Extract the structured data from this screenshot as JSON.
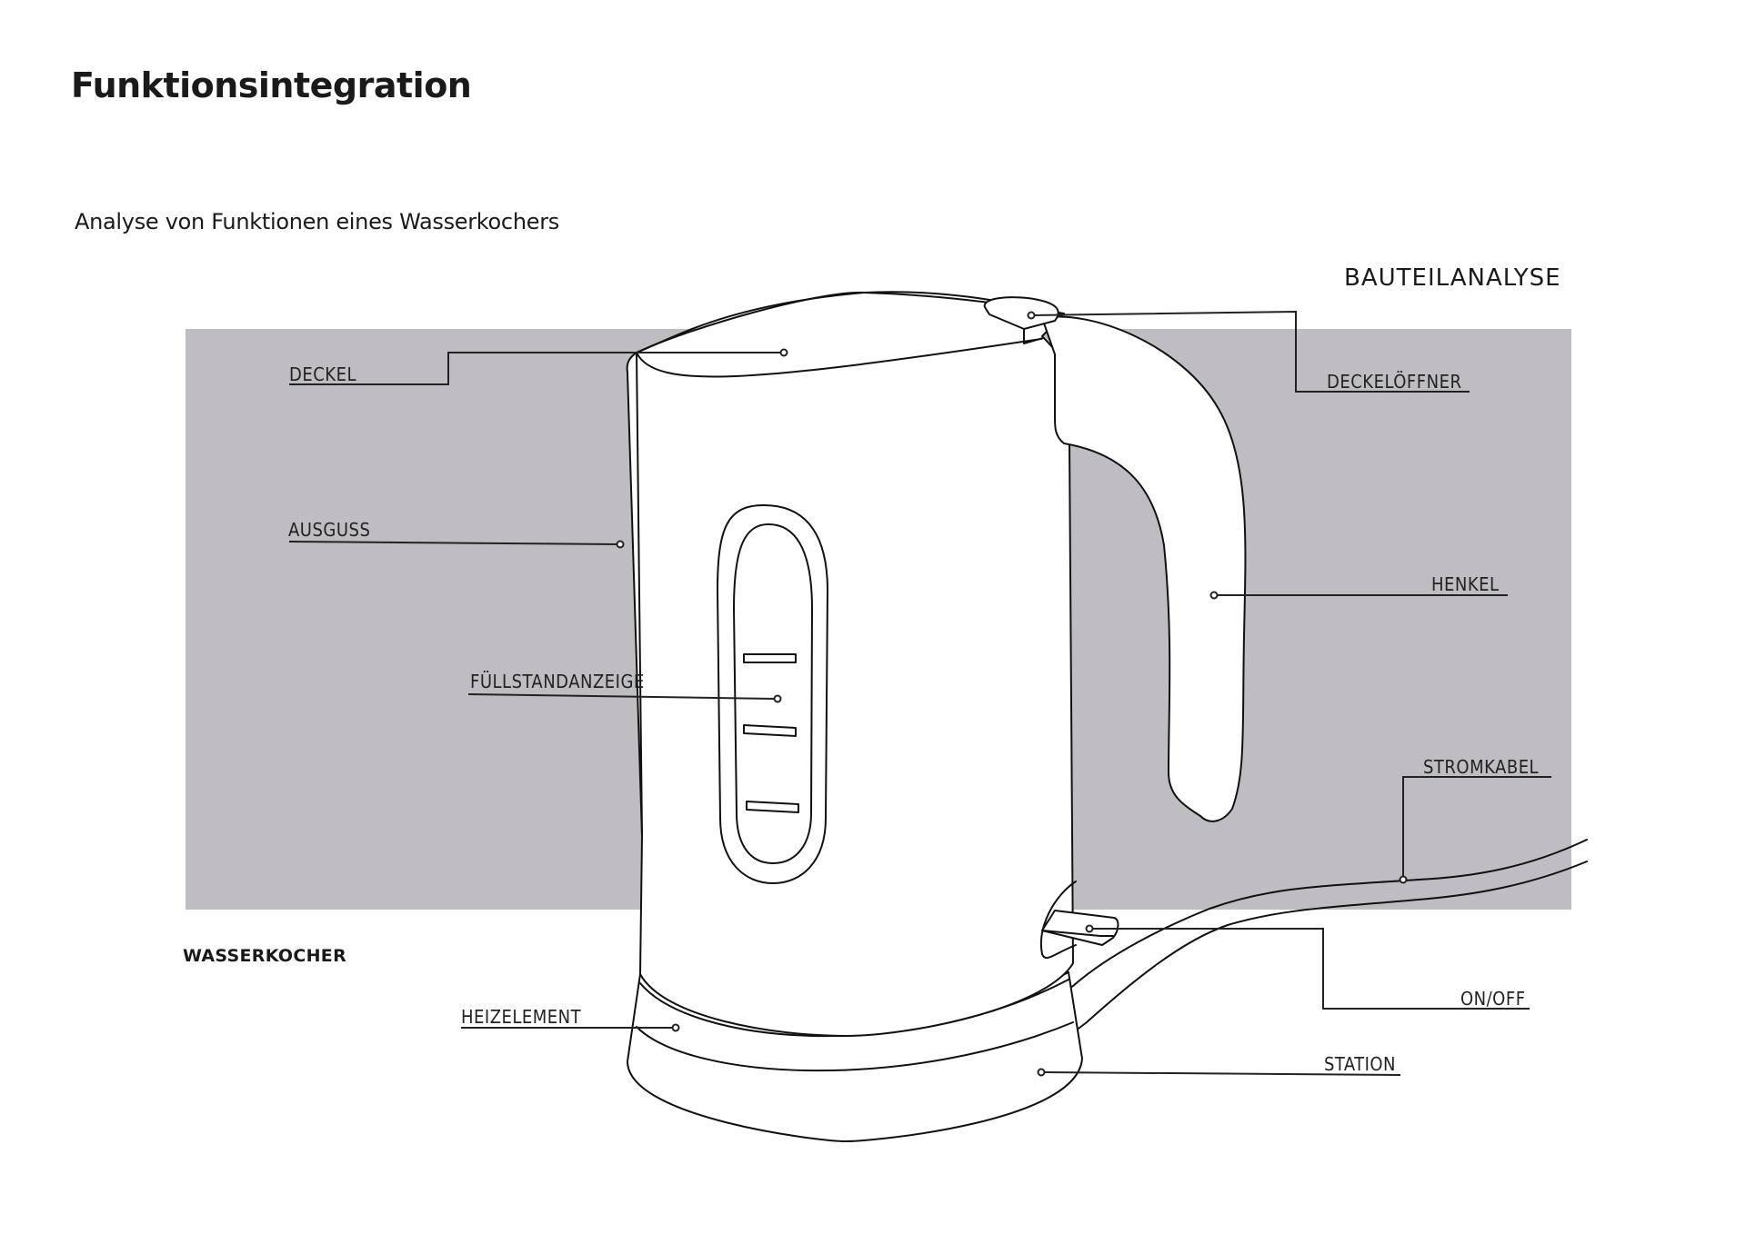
{
  "page": {
    "title": "Funktionsintegration",
    "subtitle": "Analyse von Funktionen eines Wasserkochers"
  },
  "diagram": {
    "section_title": "BAUTEILANALYSE",
    "object_label": "WASSERKOCHER",
    "background_color": "#bfbdc1",
    "line_color": "#111111",
    "parts": [
      {
        "id": "deckel",
        "label": "DECKEL"
      },
      {
        "id": "ausguss",
        "label": "AUSGUSS"
      },
      {
        "id": "fuellstandanzeige",
        "label": "FÜLLSTANDANZEIGE"
      },
      {
        "id": "heizelement",
        "label": "HEIZELEMENT"
      },
      {
        "id": "deckeloeffner",
        "label": "DECKELÖFFNER"
      },
      {
        "id": "henkel",
        "label": "HENKEL"
      },
      {
        "id": "stromkabel",
        "label": "STROMKABEL"
      },
      {
        "id": "onoff",
        "label": "ON/OFF"
      },
      {
        "id": "station",
        "label": "STATION"
      }
    ]
  }
}
